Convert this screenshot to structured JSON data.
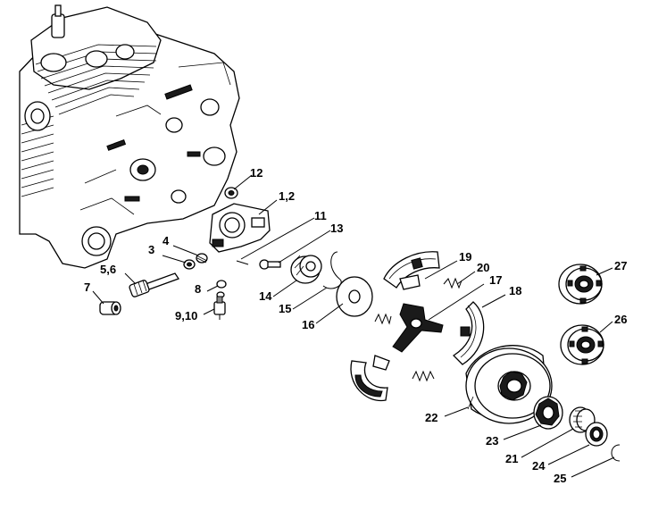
{
  "callouts": {
    "c12": "12",
    "c1_2": "1,2",
    "c11": "11",
    "c13": "13",
    "c3": "3",
    "c4": "4",
    "c5_6": "5,6",
    "c7": "7",
    "c8": "8",
    "c9_10": "9,10",
    "c14": "14",
    "c15": "15",
    "c16": "16",
    "c19": "19",
    "c20": "20",
    "c17": "17",
    "c18": "18",
    "c27": "27",
    "c26": "26",
    "c22": "22",
    "c23": "23",
    "c21": "21",
    "c24": "24",
    "c25": "25"
  }
}
